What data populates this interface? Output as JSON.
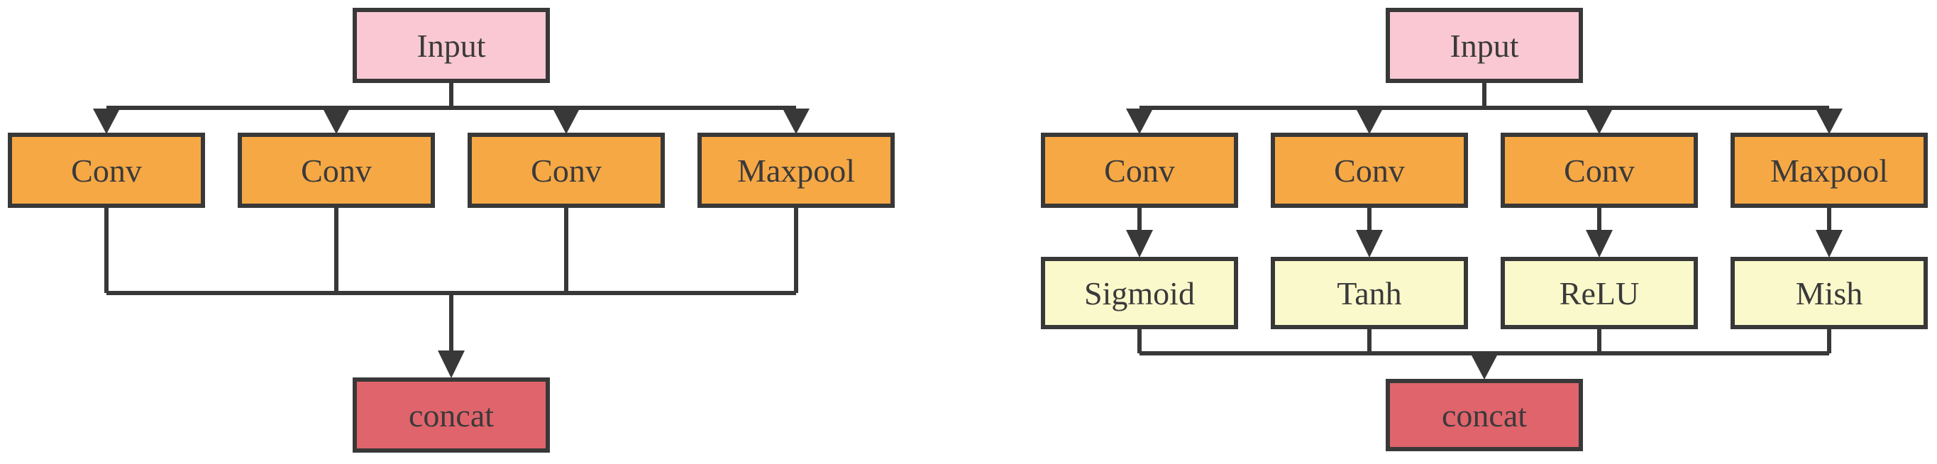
{
  "colors": {
    "input_fill": "#F9C8D2",
    "branch_fill": "#F6A845",
    "activation_fill": "#FAF9CB",
    "concat_fill": "#E0646C",
    "line": "#383838",
    "text": "#3A3A3A",
    "background": "#FFFFFF"
  },
  "left": {
    "input": "Input",
    "branches": [
      "Conv",
      "Conv",
      "Conv",
      "Maxpool"
    ],
    "concat": "concat"
  },
  "right": {
    "input": "Input",
    "branches": [
      "Conv",
      "Conv",
      "Conv",
      "Maxpool"
    ],
    "activations": [
      "Sigmoid",
      "Tanh",
      "ReLU",
      "Mish"
    ],
    "concat": "concat"
  }
}
